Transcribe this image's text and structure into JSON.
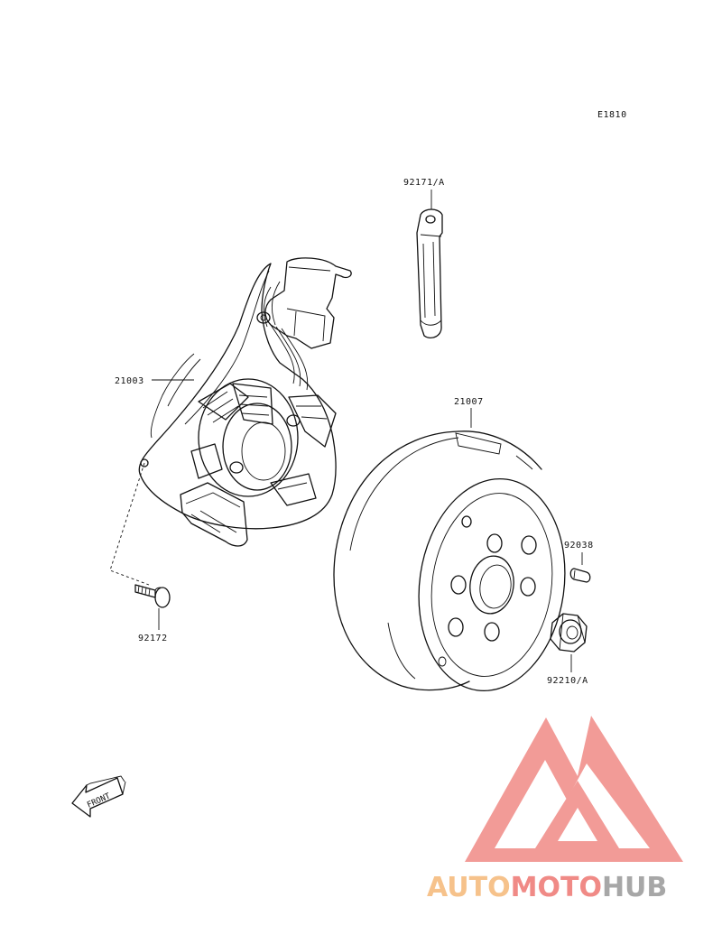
{
  "diagram": {
    "code": "E1810",
    "labels": {
      "p92171A": "92171/A",
      "p21003": "21003",
      "p21007": "21007",
      "p92038": "92038",
      "p92172": "92172",
      "p92210A": "92210/A"
    },
    "front_arrow": "FRONT"
  },
  "watermark": {
    "part1": "AUTO",
    "part2": "MOTO",
    "part3": "HUB",
    "colors": {
      "auto": "#f6c28b",
      "moto": "#f08a86",
      "hub": "#a7a7a7",
      "logo": "#f08a86"
    }
  }
}
